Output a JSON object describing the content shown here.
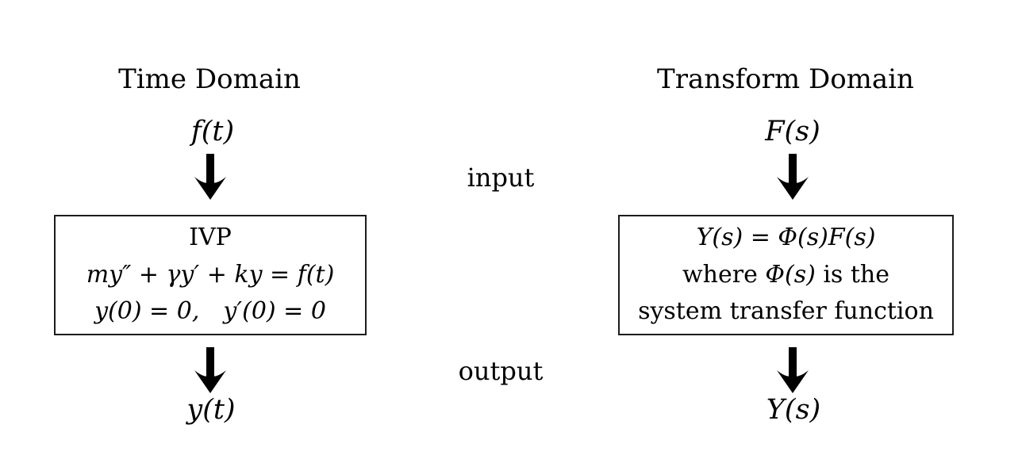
{
  "canvas": {
    "background": "#ffffff",
    "ink": "#000000",
    "box_border": "#1c1c1c"
  },
  "icons": {
    "down_arrow": "thick-down-arrow"
  },
  "center_labels": {
    "input": "input",
    "output": "output"
  },
  "time_domain": {
    "title": "Time Domain",
    "input_expr": "f(t)",
    "box": {
      "line1": "IVP",
      "line2": "my″ + γy′ + ky = f(t)",
      "line3": "y(0) = 0, y′(0) = 0"
    },
    "output_expr": "y(t)"
  },
  "transform_domain": {
    "title": "Transform Domain",
    "input_expr": "F(s)",
    "box": {
      "line1": "Y(s) = Φ(s)F(s)",
      "line2_pre": "where ",
      "line2_math": "Φ(s)",
      "line2_post": " is the",
      "line3": "system transfer function"
    },
    "output_expr": "Y(s)"
  }
}
